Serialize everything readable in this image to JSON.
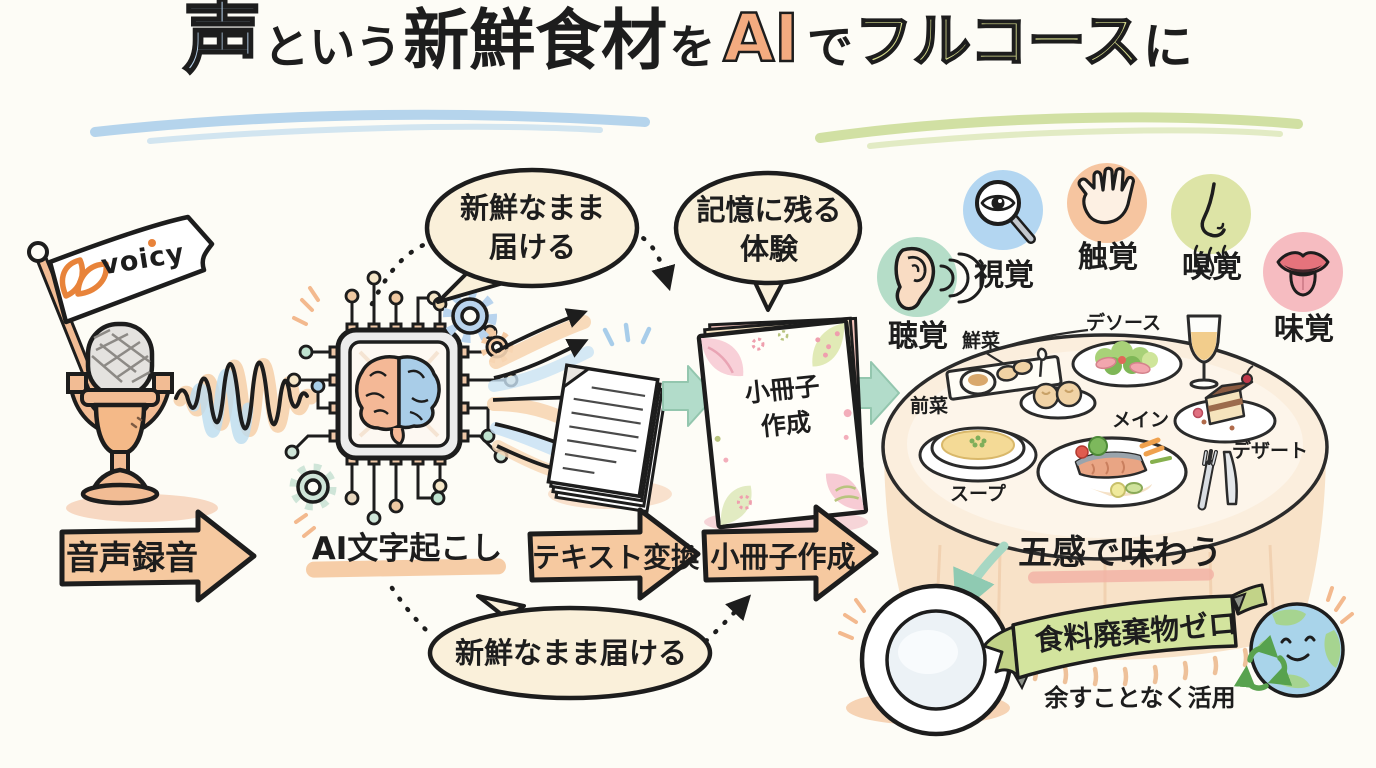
{
  "palette": {
    "background": "#fdfcf6",
    "outline": "#1d1d1d",
    "peach_arrow": "#f6c9a0",
    "cream_bubble": "#faf0da",
    "teal_arrow": "#b2dcca",
    "banner_green": "#d3e49e",
    "title_blue": "#b9d4ee",
    "title_orange": "#f3ab80",
    "title_green": "#d7dd8d",
    "underline_blue": "#a8cdea",
    "underline_green": "#ccdd9a",
    "brand_orange": "#e8833a"
  },
  "title": {
    "seg_voice": "声",
    "seg_toiu": "という",
    "seg_fresh_ingredients": "新鮮食材",
    "seg_wo": "を",
    "seg_ai": "AI",
    "seg_de": "で",
    "seg_full_course": "フルコース",
    "seg_ni": "に"
  },
  "brand": {
    "flag_text": "voicy"
  },
  "speech_bubbles": {
    "fresh_top": {
      "line1": "新鮮なまま",
      "line2": "届ける"
    },
    "memorable": {
      "line1": "記憶に残る",
      "line2": "体験"
    },
    "fresh_bottom": "新鮮なまま届ける"
  },
  "booklet": {
    "line1": "小冊子",
    "line2": "作成"
  },
  "process_steps": [
    {
      "label": "音声録音",
      "style": "arrow"
    },
    {
      "label": "AI文字起こし",
      "style": "highlight"
    },
    {
      "label": "テキスト変換",
      "style": "arrow"
    },
    {
      "label": "小冊子作成",
      "style": "arrow"
    }
  ],
  "senses": [
    {
      "label": "聴覚",
      "icon": "ear-icon",
      "color": "#b5ddc8"
    },
    {
      "label": "視覚",
      "icon": "magnifier-eye-icon",
      "color": "#b3d6f1"
    },
    {
      "label": "触覚",
      "icon": "hand-icon",
      "color": "#f6c5a0"
    },
    {
      "label": "嗅覚",
      "icon": "nose-icon",
      "color": "#dde4a6"
    },
    {
      "label": "味覚",
      "icon": "tongue-icon",
      "color": "#f6bcc1"
    }
  ],
  "dining_table": {
    "labels": {
      "fresh_dish": "鮮菜",
      "sauce": "デソース",
      "appetizer": "前菜",
      "main": "メイン",
      "soup": "スープ",
      "dessert": "デザート"
    },
    "caption": "五感で味わう"
  },
  "zero_waste": {
    "banner": "食料廃棄物ゼロ",
    "caption": "余すことなく活用"
  }
}
